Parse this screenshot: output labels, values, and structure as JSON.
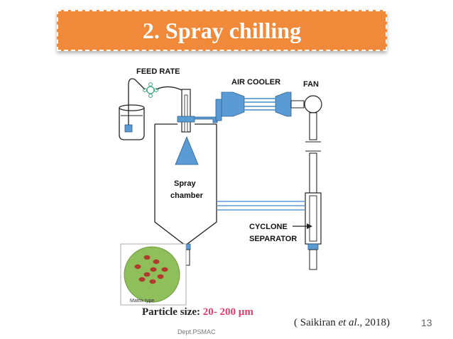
{
  "title": "2. Spray chilling",
  "diagram": {
    "labels": {
      "feed_rate": "FEED RATE",
      "air_cooler": "AIR COOLER",
      "fan": "FAN",
      "spray_chamber_1": "Spray",
      "spray_chamber_2": "chamber",
      "cyclone_1": "CYCLONE",
      "cyclone_2": "SEPARATOR",
      "matrix": "Matrix type"
    },
    "colors": {
      "blue": "#5b9bd5",
      "matrix_green": "#8fbf5a",
      "particle_red": "#c0392b"
    }
  },
  "particle_size": {
    "label": "Particle size:",
    "value": "20- 200 µm"
  },
  "citation": {
    "open": "( Saikiran ",
    "etal": "et al",
    "close": "., 2018)"
  },
  "slide_number": "13",
  "footer": "Dept.PSMAC"
}
